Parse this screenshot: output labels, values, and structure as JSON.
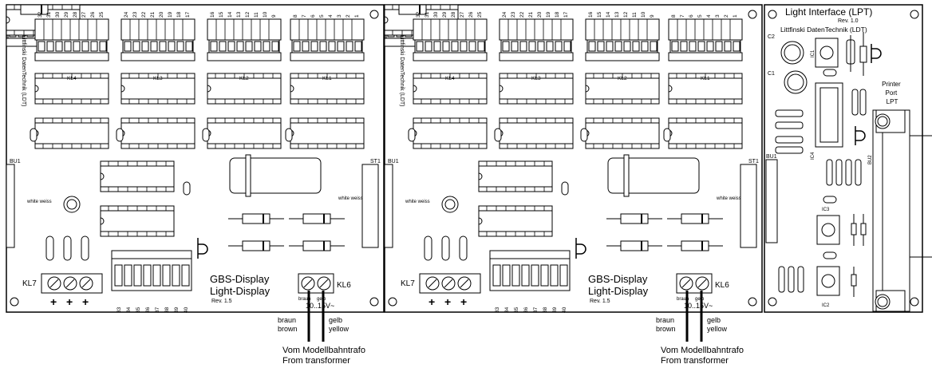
{
  "display_board": {
    "title": "GBS-Display",
    "subtitle": "Light-Display",
    "revision": "Rev. 1.5",
    "vendor_vertical": "Littfinski DatenTechnik (LDT)",
    "connector_left": "BU1",
    "connector_right": "ST1",
    "white_label": "white weiss",
    "terminal_kl7": "KL7",
    "terminal_kl6": "KL6",
    "plus_signs": [
      "+",
      "+",
      "+"
    ],
    "terminal_groups": [
      {
        "ref": "KL4",
        "pins": [
          "32",
          "31",
          "30",
          "29",
          "28",
          "27",
          "26",
          "25"
        ]
      },
      {
        "ref": "KL3",
        "pins": [
          "24",
          "23",
          "22",
          "21",
          "20",
          "19",
          "18",
          "17"
        ]
      },
      {
        "ref": "KL2",
        "pins": [
          "16",
          "15",
          "14",
          "13",
          "12",
          "11",
          "10",
          "9"
        ]
      },
      {
        "ref": "KL1",
        "pins": [
          "8",
          "7",
          "6",
          "5",
          "4",
          "3",
          "2",
          "1"
        ]
      }
    ],
    "bottom_pins": [
      "33",
      "34",
      "35",
      "36",
      "37",
      "38",
      "39",
      "40"
    ],
    "wire_left_de": "braun",
    "wire_left_en": "brown",
    "wire_right_de": "gelb",
    "wire_right_en": "yellow",
    "kl6_pin_left": "braun",
    "kl6_pin_right": "gelb",
    "voltage": "10..15V~",
    "source_de": "Vom Modellbahntrafo",
    "source_en": "From transformer"
  },
  "interface_board": {
    "title": "Light Interface (LPT)",
    "revision": "Rev. 1.0",
    "vendor": "Littfinski DatenTechnik (LDT)",
    "connector": "BU1",
    "port_label": "Printer Port LPT",
    "labels": {
      "c2": "C2",
      "c1": "C1",
      "ic1": "IC1",
      "ic4": "IC4",
      "ic3": "IC3",
      "ic2": "IC2",
      "bu2": "BU2"
    }
  }
}
